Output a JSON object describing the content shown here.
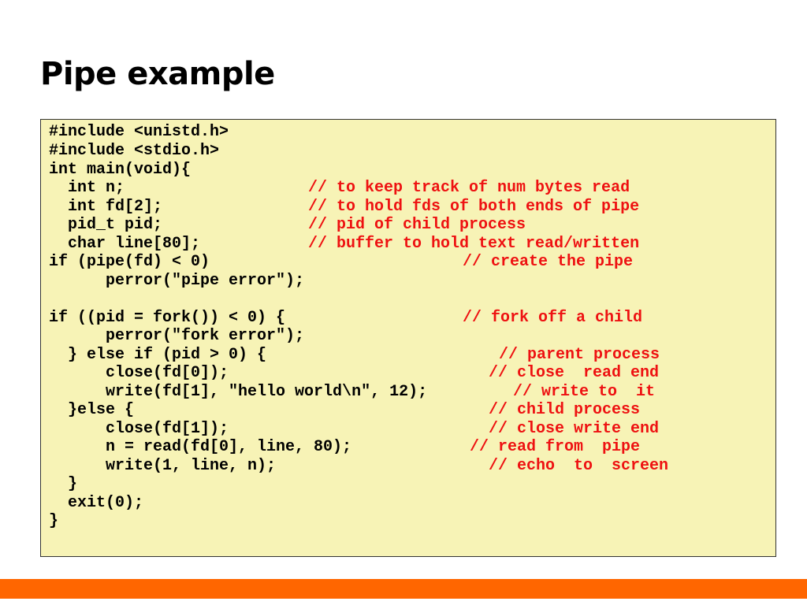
{
  "slide": {
    "title": "Pipe example"
  },
  "colors": {
    "code_background": "#f7f3b6",
    "comment": "#ee1111",
    "footer_bar": "#ff6600"
  },
  "code": {
    "lines": [
      {
        "text": "#include <unistd.h>",
        "comment": ""
      },
      {
        "text": "#include <stdio.h>",
        "comment": ""
      },
      {
        "text": "int main(void){",
        "comment": ""
      },
      {
        "text": "  int n;",
        "comment": "// to keep track of num bytes read"
      },
      {
        "text": "  int fd[2];",
        "comment": "// to hold fds of both ends of pipe"
      },
      {
        "text": "  pid_t pid;",
        "comment": "// pid of child process"
      },
      {
        "text": "  char line[80];",
        "comment": "// buffer to hold text read/written"
      },
      {
        "text": "if (pipe(fd) < 0)",
        "comment": "// create the pipe"
      },
      {
        "text": "      perror(\"pipe error\");",
        "comment": ""
      },
      {
        "text": "",
        "comment": ""
      },
      {
        "text": "if ((pid = fork()) < 0) {",
        "comment": "// fork off a child"
      },
      {
        "text": "      perror(\"fork error\");",
        "comment": ""
      },
      {
        "text": "  } else if (pid > 0) {",
        "comment": "// parent process"
      },
      {
        "text": "      close(fd[0]);",
        "comment": "// close  read end"
      },
      {
        "text": "      write(fd[1], \"hello world\\n\", 12);",
        "comment": "// write to  it"
      },
      {
        "text": "  }else {",
        "comment": "// child process"
      },
      {
        "text": "      close(fd[1]);",
        "comment": "// close write end"
      },
      {
        "text": "      n = read(fd[0], line, 80);",
        "comment": "// read from  pipe"
      },
      {
        "text": "      write(1, line, n);",
        "comment": "// echo  to  screen"
      },
      {
        "text": "  }",
        "comment": ""
      },
      {
        "text": "  exit(0);",
        "comment": ""
      },
      {
        "text": "}",
        "comment": ""
      }
    ]
  }
}
